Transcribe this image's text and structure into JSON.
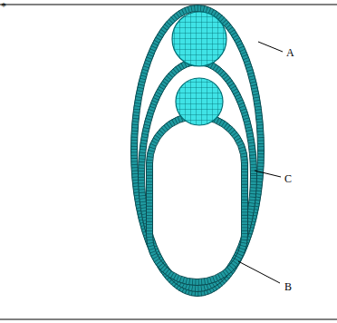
{
  "diagram": {
    "labels": [
      "*",
      "A",
      "C",
      "B"
    ]
  }
}
